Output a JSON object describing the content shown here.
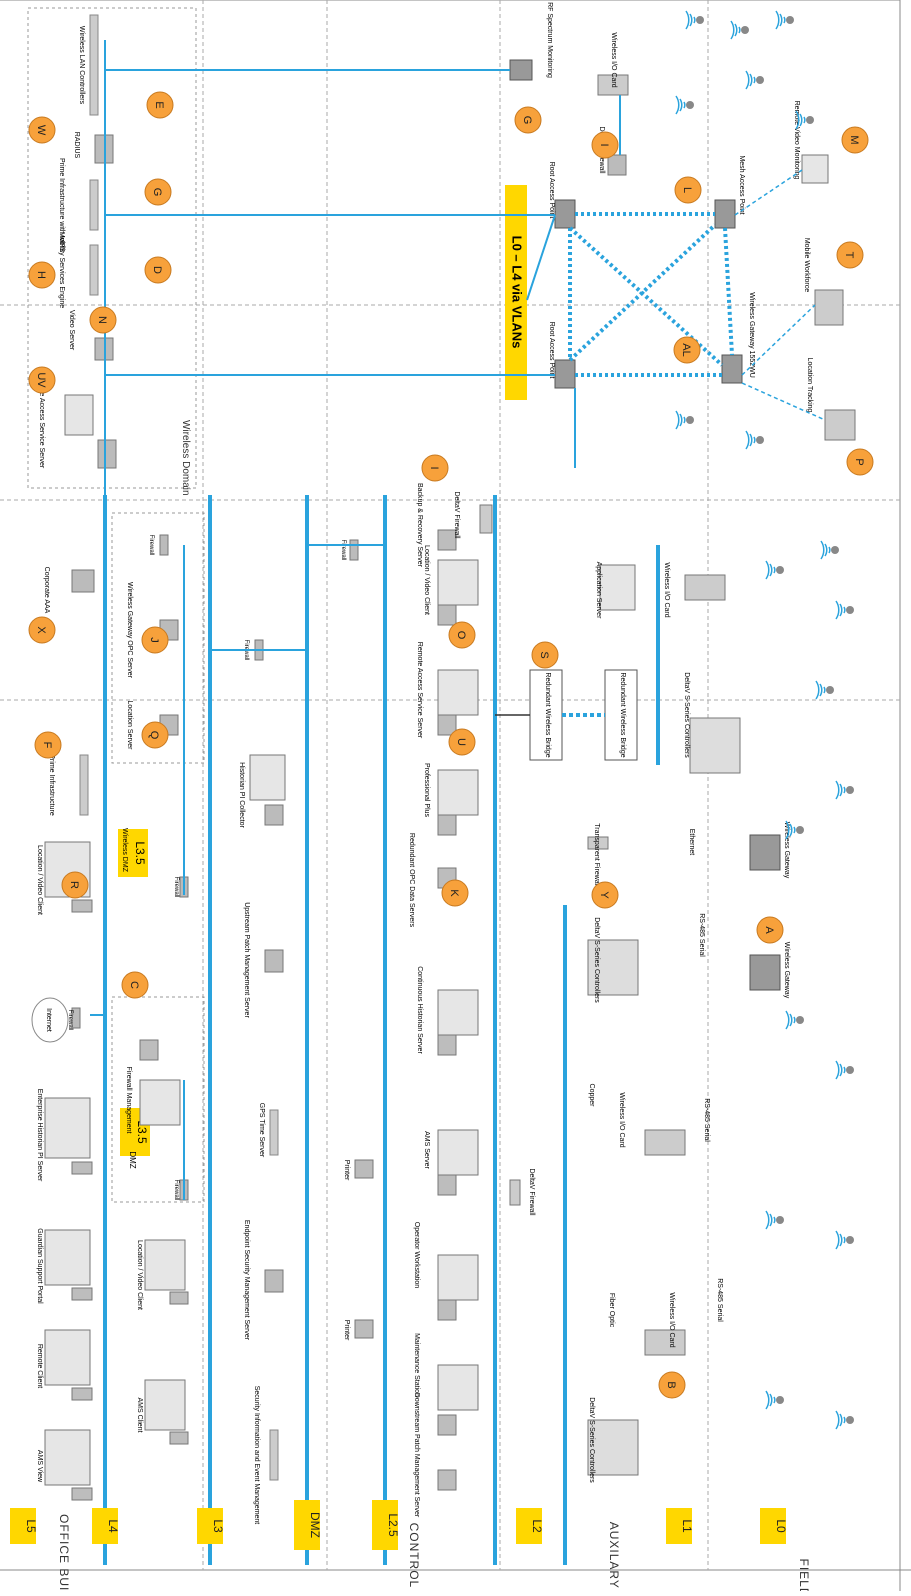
{
  "zones": {
    "office": "OFFICE BUILDINGS",
    "control": "CONTROL ROOM",
    "aux": "AUXILARY ROOM",
    "field": "FIELD"
  },
  "levels": {
    "l5": "L5",
    "l4": "L4",
    "l3": "L3",
    "dmz": "DMZ",
    "l25": "L2.5",
    "l2": "L2",
    "l1": "L1",
    "l0": "L0"
  },
  "badges": {
    "l35a": "L3.5",
    "l35b": "L3.5",
    "vlans": "L0 – L4 via VLANs"
  },
  "labels": {
    "ams_view": "AMS View",
    "remote_client": "Remote Client",
    "guardian": "Guardian Support Portal",
    "enterprise_historian": "Enterprise Historian PI Server",
    "internet": "Internet",
    "firewall": "Firewall",
    "location_video_client": "Location / Video Client",
    "prime_infrastructure": "Prime Infrastructure",
    "corporate_aaa": "Corporate AAA",
    "remote_access_server": "Remote Access Service Server",
    "video_server": "Video Server",
    "mobility_services": "Mobility Services Engine",
    "prime_wips": "Prime Infrastructure with wIPS",
    "radius": "RADIUS",
    "wlan_controllers": "Wireless LAN Controllers",
    "wireless_domain": "Wireless Domain",
    "ams_client": "AMS Client",
    "dmz": "DMZ",
    "firewall_mgmt": "Firewall Management",
    "wireless_dmz": "Wireless DMZ",
    "location_server": "Location Server",
    "wgw_opc": "Wireless Gateway OPC Server",
    "siem": "Security Information and Event Management",
    "endpoint_security": "Endpoint Security Management Server",
    "gps_time": "GPS Time Server",
    "upstream_patch": "Upstream Patch Management Server",
    "historian_pi": "Historian PI Collector",
    "downstream_patch": "Downstream Patch Management Server",
    "maintenance": "Maintenance Station",
    "operator": "Operator Workstation",
    "ams_server": "AMS Server",
    "continuous_historian": "Continuous Historian Server",
    "redundant_opc": "Redundant OPC Data Servers",
    "professional_plus": "Professional Plus",
    "backup_recovery": "Backup & Recovery Server",
    "printer": "Printer",
    "deltav_firewall": "DeltaV Firewall",
    "root_ap": "Root Access Point",
    "mesh_ap": "Mesh Access Point",
    "wireless_io_card": "Wireless I/O Card",
    "rf_spectrum": "RF Spectrum Monitoring",
    "wireless_gateway_1552": "Wireless Gateway 1552WU",
    "remote_video": "Remote Video Monitoring",
    "mobile_workforce": "Mobile Workforce",
    "location_tracking": "Location Tracking",
    "deltav_s_series": "DeltaV S-Series Controllers",
    "fiber_optic": "Fiber Optic",
    "copper": "Copper",
    "rs485": "RS-485 Serial",
    "wireless_io_card_b": "Wireless I/O Card",
    "transparent_firewall": "Transparent Firewall",
    "ethernet": "Ethernet",
    "redundant_bridge": "Redundant Wireless Bridge",
    "application_server": "Application Server",
    "wireless_gateway": "Wireless Gateway"
  },
  "callouts": {
    "UV": "UV",
    "N": "N",
    "H": "H",
    "D": "D",
    "G": "G",
    "W": "W",
    "E": "E",
    "R": "R",
    "F": "F",
    "X": "X",
    "C": "C",
    "Q": "Q",
    "J": "J",
    "K": "K",
    "U": "U",
    "O": "O",
    "S": "S",
    "Y": "Y",
    "I": "I",
    "AL": "AL",
    "L": "L",
    "M": "M",
    "T": "T",
    "P": "P",
    "A": "A",
    "B": "B"
  },
  "colors": {
    "bus": "#2aa3dd",
    "badge": "#ffd700",
    "callout": "#f7a13b",
    "device": "#9a9a9a"
  }
}
